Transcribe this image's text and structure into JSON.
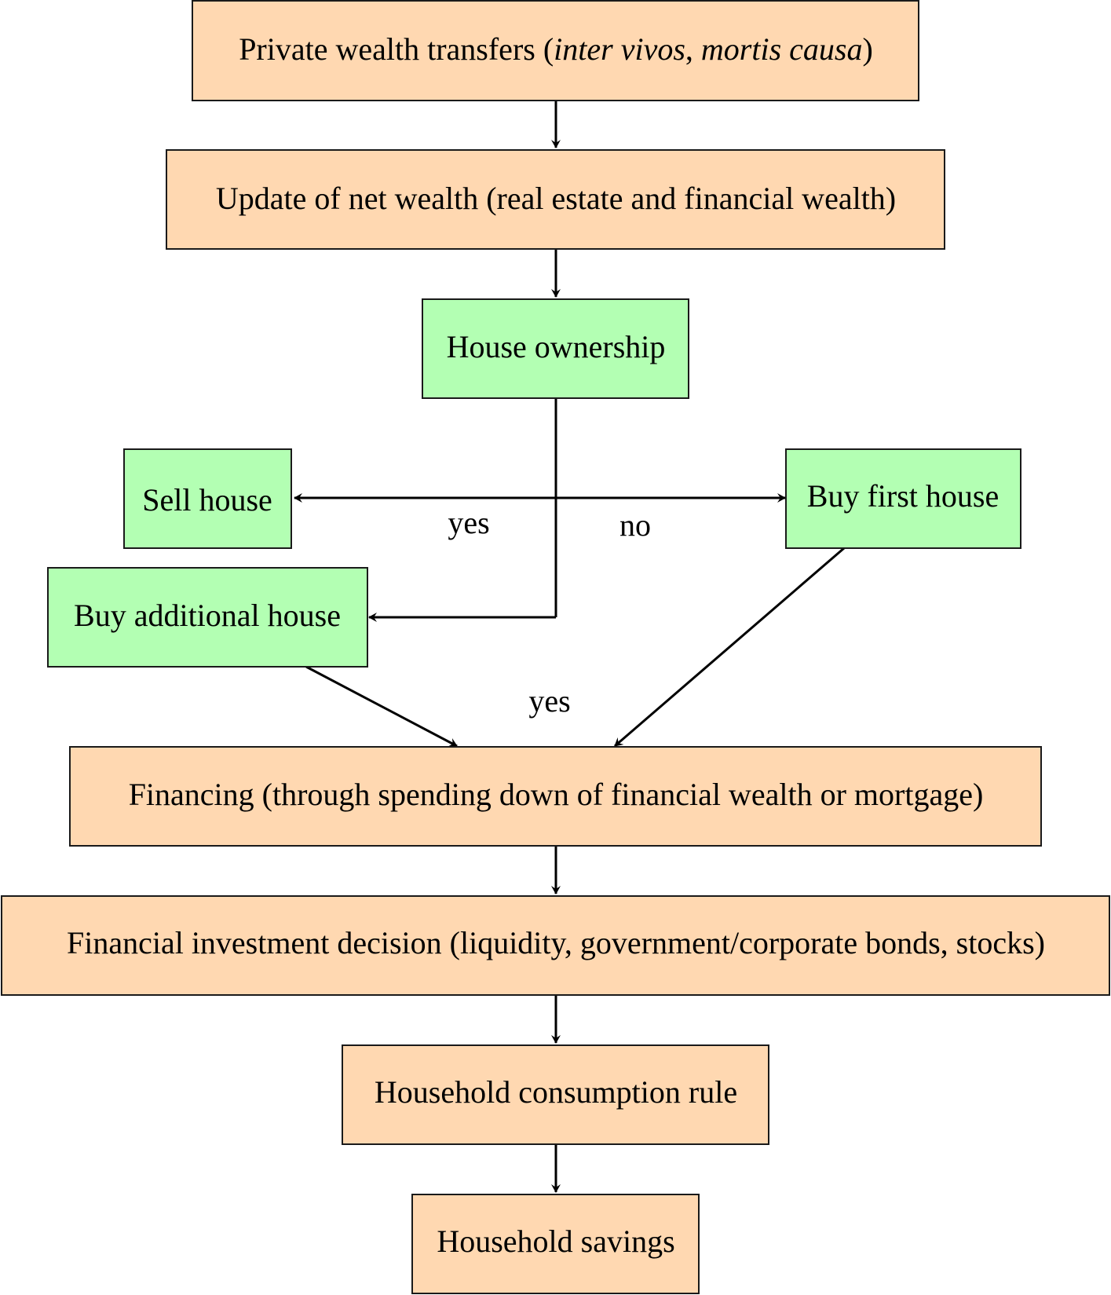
{
  "colors": {
    "process_fill": "#ffd8b1",
    "decision_fill": "#b3ffb3"
  },
  "nodes": {
    "wealth_transfers": {
      "label_main": "Private wealth transfers (",
      "label_italic_1": "inter vivos",
      "label_sep": ", ",
      "label_italic_2": "mortis causa",
      "label_end": ")"
    },
    "net_wealth_update": {
      "label": "Update of net wealth (real estate and financial wealth)"
    },
    "house_ownership": {
      "label": "House ownership"
    },
    "sell_house": {
      "label": "Sell house"
    },
    "buy_first_house": {
      "label": "Buy first house"
    },
    "buy_additional_house": {
      "label": "Buy additional house"
    },
    "financing": {
      "label": "Financing (through spending down of financial wealth or mortgage)"
    },
    "financial_investment": {
      "label": "Financial investment decision (liquidity, government/corporate bonds, stocks)"
    },
    "consumption_rule": {
      "label": "Household consumption rule"
    },
    "savings": {
      "label": "Household savings"
    }
  },
  "edge_labels": {
    "ownership_yes": "yes",
    "ownership_no": "no",
    "financing_yes": "yes"
  }
}
